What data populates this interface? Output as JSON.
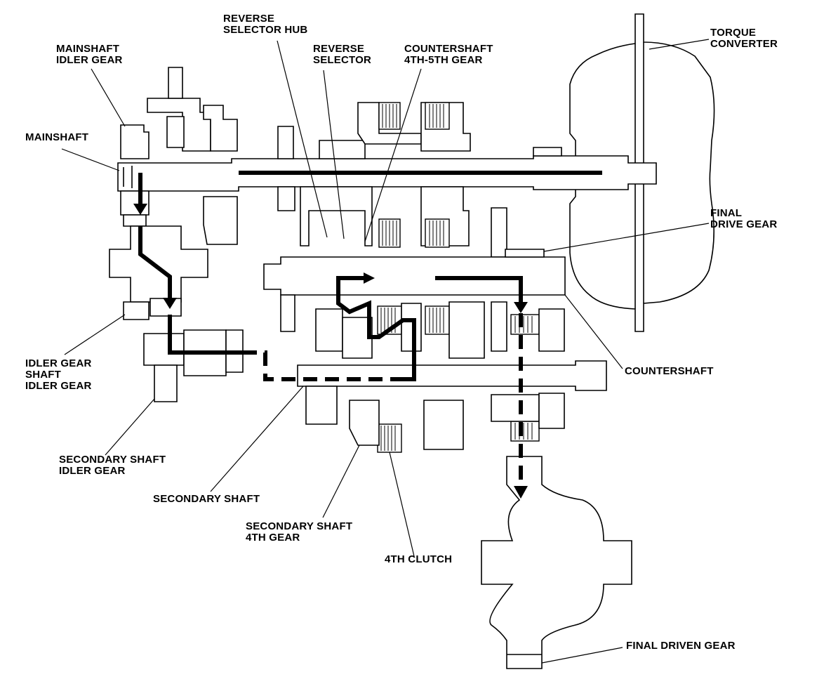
{
  "labels": {
    "reverse_selector_hub": [
      "REVERSE",
      "SELECTOR HUB"
    ],
    "reverse_selector": [
      "REVERSE",
      "SELECTOR"
    ],
    "countershaft_4th5th": [
      "COUNTERSHAFT",
      "4TH-5TH GEAR"
    ],
    "torque_converter": [
      "TORQUE",
      "CONVERTER"
    ],
    "mainshaft_idler": [
      "MAINSHAFT",
      "IDLER GEAR"
    ],
    "mainshaft": [
      "MAINSHAFT"
    ],
    "final_drive_gear": [
      "FINAL",
      "DRIVE GEAR"
    ],
    "countershaft": [
      "COUNTERSHAFT"
    ],
    "idler_gear_shaft": [
      "IDLER GEAR",
      "SHAFT",
      "IDLER GEAR"
    ],
    "secondary_shaft_idler": [
      "SECONDARY SHAFT",
      "IDLER GEAR"
    ],
    "secondary_shaft": [
      "SECONDARY SHAFT"
    ],
    "secondary_shaft_4th": [
      "SECONDARY SHAFT",
      "4TH GEAR"
    ],
    "fourth_clutch": [
      "4TH CLUTCH"
    ],
    "final_driven_gear": [
      "FINAL DRIVEN GEAR"
    ]
  },
  "colors": {
    "line": "#000000",
    "background": "#ffffff"
  }
}
